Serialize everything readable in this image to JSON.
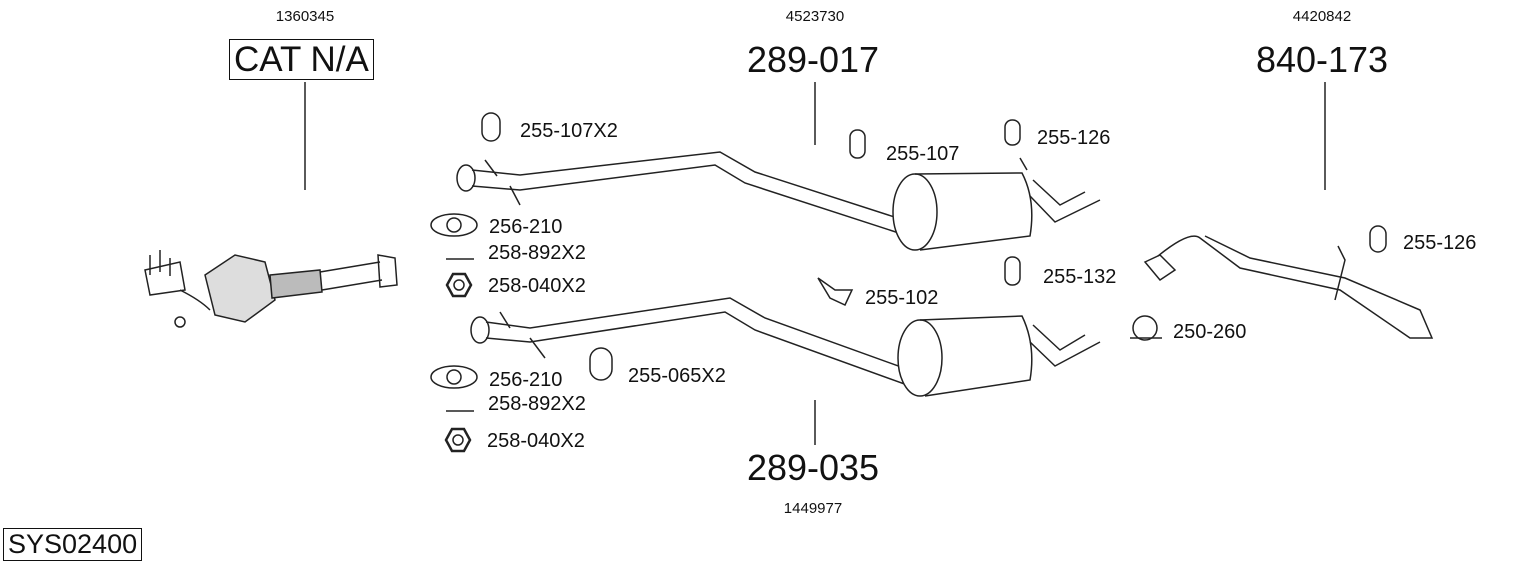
{
  "system_code": "SYS02400",
  "sections": [
    {
      "ref": "1360345",
      "part": "CAT N/A"
    },
    {
      "ref": "4523730",
      "part": "289-017"
    },
    {
      "ref": "4420842",
      "part": "840-173"
    },
    {
      "ref": "1449977",
      "part": "289-035"
    }
  ],
  "components": {
    "upper": [
      "255-107X2",
      "256-210",
      "258-892X2",
      "258-040X2",
      "255-107",
      "255-126"
    ],
    "lower": [
      "256-210",
      "258-892X2",
      "258-040X2",
      "255-065X2",
      "255-102",
      "255-132"
    ],
    "rear": [
      "250-260",
      "255-126"
    ]
  }
}
